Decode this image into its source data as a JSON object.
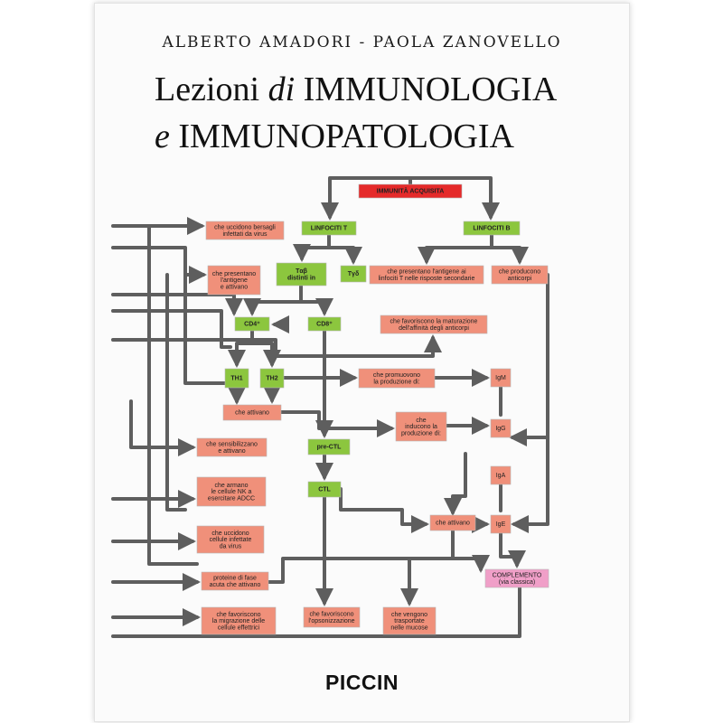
{
  "cover": {
    "authors": "ALBERTO AMADORI - PAOLA ZANOVELLO",
    "title_line1_a": "Lezioni ",
    "title_line1_b": "di",
    "title_line1_c": " IMMUNOLOGIA",
    "title_line2_a": "e",
    "title_line2_b": " IMMUNOPATOLOGIA",
    "publisher": "PICCIN"
  },
  "colors": {
    "red": "#e52a2a",
    "green": "#8cc63e",
    "salmon": "#f0907a",
    "pink": "#f09fc8",
    "line": "#5e5e5e"
  },
  "diagram": {
    "nodes": [
      {
        "id": "imm",
        "type": "red",
        "lines": [
          "IMMUNITÀ ACQUISITA"
        ]
      },
      {
        "id": "lt",
        "type": "green",
        "lines": [
          "LINFOCITI T"
        ]
      },
      {
        "id": "lb",
        "type": "green",
        "lines": [
          "LINFOCITI B"
        ]
      },
      {
        "id": "uc1",
        "type": "salmon",
        "lines": [
          "che uccidono bersagli",
          "infettati da virus"
        ]
      },
      {
        "id": "tab",
        "type": "green",
        "lines": [
          "Tαβ",
          "distinti in"
        ]
      },
      {
        "id": "tgd",
        "type": "green",
        "lines": [
          "Tγδ"
        ]
      },
      {
        "id": "pres1",
        "type": "salmon",
        "lines": [
          "che presentano",
          "l'antigene",
          "e attivano"
        ]
      },
      {
        "id": "pres2",
        "type": "salmon",
        "lines": [
          "che presentano l'antigene ai",
          "linfociti T nelle risposte secondarie"
        ]
      },
      {
        "id": "prod",
        "type": "salmon",
        "lines": [
          "che producono",
          "anticorpi"
        ]
      },
      {
        "id": "cd4",
        "type": "green",
        "lines": [
          "CD4⁺"
        ]
      },
      {
        "id": "cd8",
        "type": "green",
        "lines": [
          "CD8⁺"
        ]
      },
      {
        "id": "favmat",
        "type": "salmon",
        "lines": [
          "che favoriscono la maturazione",
          "dell'affinità degli anticorpi"
        ]
      },
      {
        "id": "th1",
        "type": "green",
        "lines": [
          "TH1"
        ]
      },
      {
        "id": "th2",
        "type": "green",
        "lines": [
          "TH2"
        ]
      },
      {
        "id": "prom",
        "type": "salmon",
        "lines": [
          "che promuovono",
          "la produzione di:"
        ]
      },
      {
        "id": "igm",
        "type": "salmon",
        "lines": [
          "IgM"
        ]
      },
      {
        "id": "att1",
        "type": "salmon",
        "lines": [
          "che attivano"
        ]
      },
      {
        "id": "indu",
        "type": "salmon",
        "lines": [
          "che",
          "inducono la",
          "produzione di:"
        ]
      },
      {
        "id": "igg",
        "type": "salmon",
        "lines": [
          "IgG"
        ]
      },
      {
        "id": "sens",
        "type": "salmon",
        "lines": [
          "che sensibilizzano",
          "e attivano"
        ]
      },
      {
        "id": "prectl",
        "type": "green",
        "lines": [
          "pre-CTL"
        ]
      },
      {
        "id": "iga",
        "type": "salmon",
        "lines": [
          "IgA"
        ]
      },
      {
        "id": "arm",
        "type": "salmon",
        "lines": [
          "che armano",
          "le cellule NK a",
          "esercitare ADCC"
        ]
      },
      {
        "id": "ctl",
        "type": "green",
        "lines": [
          "CTL"
        ]
      },
      {
        "id": "att2",
        "type": "salmon",
        "lines": [
          "che attivano"
        ]
      },
      {
        "id": "ige",
        "type": "salmon",
        "lines": [
          "IgE"
        ]
      },
      {
        "id": "ucc2",
        "type": "salmon",
        "lines": [
          "che uccidono",
          "cellule infettate",
          "da virus"
        ]
      },
      {
        "id": "comp",
        "type": "pink",
        "lines": [
          "COMPLEMENTO",
          "(via classica)"
        ]
      },
      {
        "id": "prot",
        "type": "salmon",
        "lines": [
          "proteine di fase",
          "acuta che attivano"
        ]
      },
      {
        "id": "migr",
        "type": "salmon",
        "lines": [
          "che favoriscono",
          "la migrazione delle",
          "cellule effettrici"
        ]
      },
      {
        "id": "opso",
        "type": "salmon",
        "lines": [
          "che favoriscono",
          "l'opsonizzazione"
        ]
      },
      {
        "id": "trasp",
        "type": "salmon",
        "lines": [
          "che vengono",
          "trasportate",
          "nelle mucose"
        ]
      }
    ]
  }
}
